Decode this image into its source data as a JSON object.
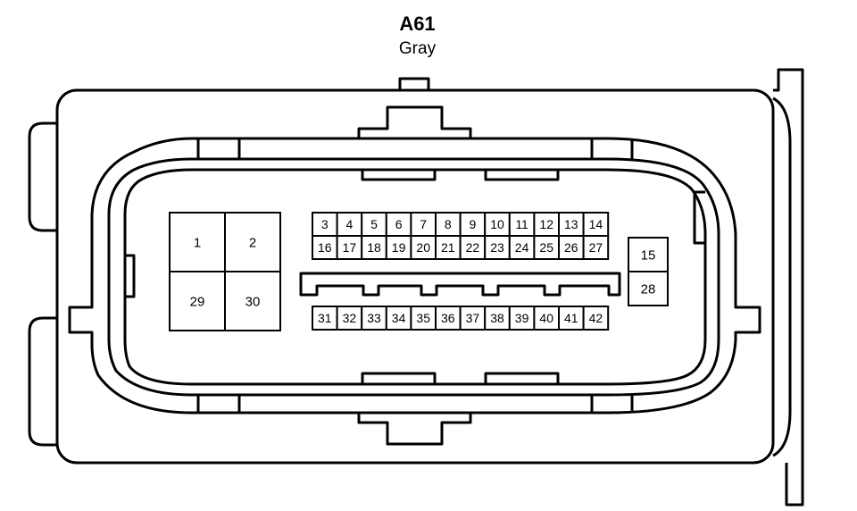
{
  "connector": {
    "id": "A61",
    "color": "Gray"
  },
  "pin_groups": {
    "large_left": [
      "1",
      "2",
      "29",
      "30"
    ],
    "top_row": [
      "3",
      "4",
      "5",
      "6",
      "7",
      "8",
      "9",
      "10",
      "11",
      "12",
      "13",
      "14"
    ],
    "middle_row": [
      "16",
      "17",
      "18",
      "19",
      "20",
      "21",
      "22",
      "23",
      "24",
      "25",
      "26",
      "27"
    ],
    "bottom_row": [
      "31",
      "32",
      "33",
      "34",
      "35",
      "36",
      "37",
      "38",
      "39",
      "40",
      "41",
      "42"
    ],
    "right_column": [
      "15",
      "28"
    ]
  },
  "colors": {
    "line": "#000000",
    "background": "#ffffff"
  }
}
